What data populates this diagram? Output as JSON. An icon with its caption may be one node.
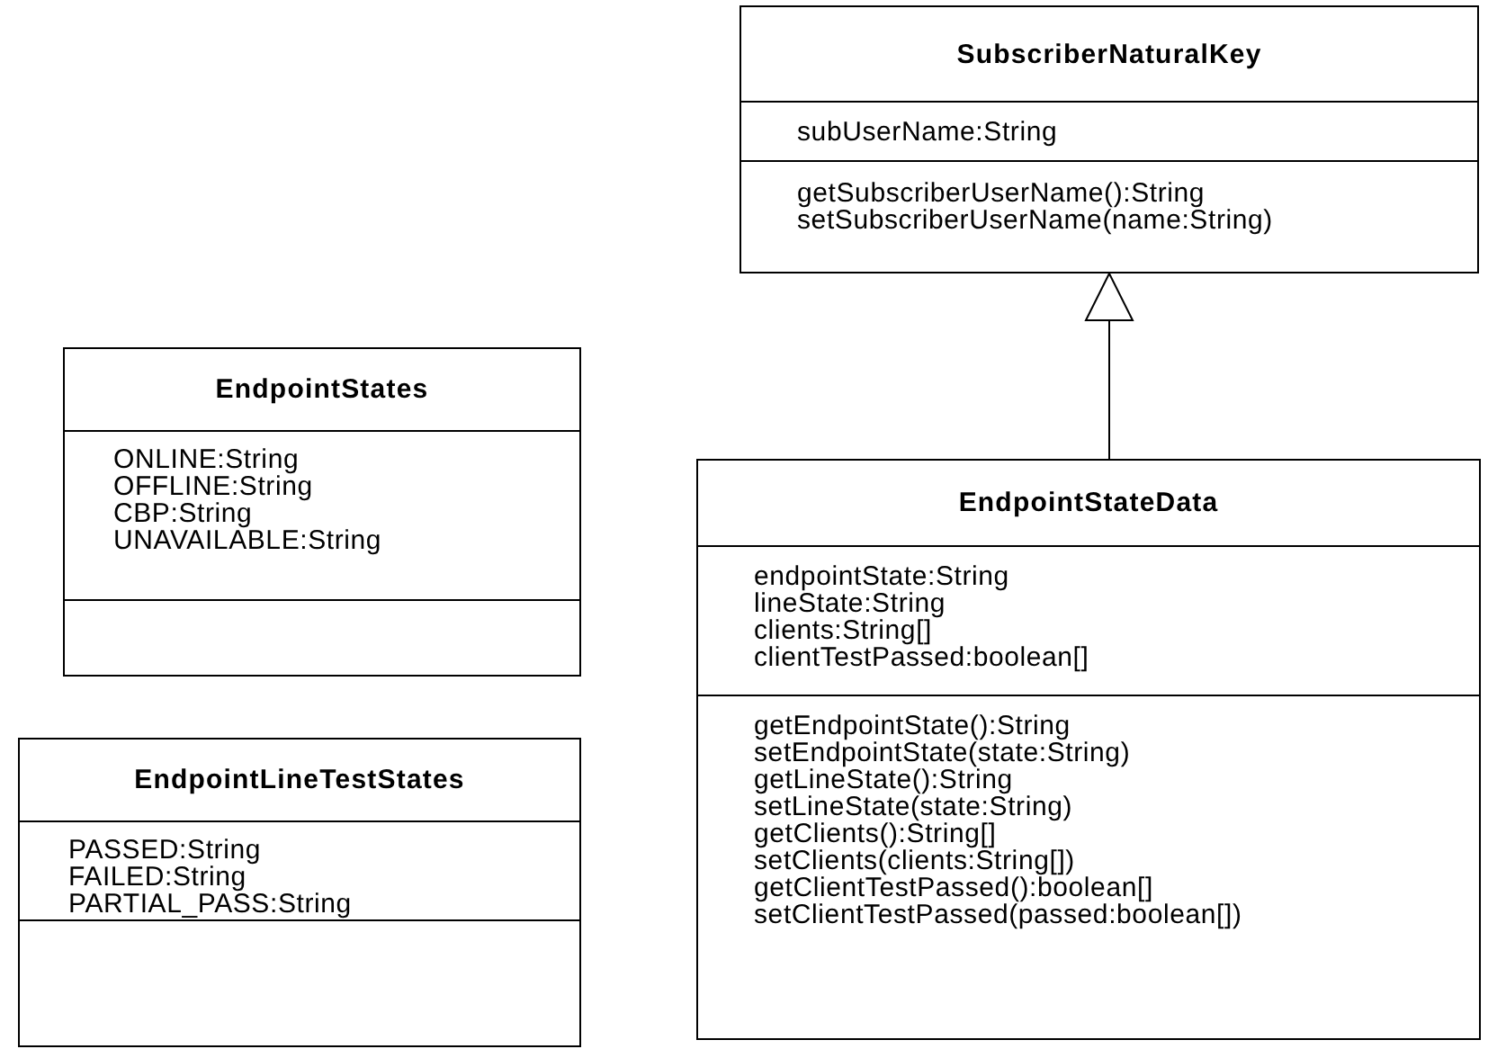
{
  "diagram": {
    "nodes": [
      {
        "text": [
          "SubscriberNaturalKey"
        ]
      },
      {
        "text": [
          "subUserName:String"
        ],
        "in": 0
      },
      {
        "text": [
          "getSubscriberUserName():String",
          "setSubscriberUserName(name:String)"
        ],
        "in": 0
      },
      {
        "text": [
          "EndpointStates"
        ]
      },
      {
        "text": [
          "ONLINE:String",
          "OFFLINE:String",
          "CBP:String",
          "UNAVAILABLE:String"
        ],
        "in": 3
      },
      {
        "text": [],
        "shape": "box",
        "in": 3
      },
      {
        "text": [
          "EndpointStateData"
        ]
      },
      {
        "text": [
          "endpointState:String",
          "lineState:String",
          "clients:String[]",
          "clientTestPassed:boolean[]"
        ],
        "in": 6
      },
      {
        "text": [
          "getEndpointState():String",
          "setEndpointState(state:String)",
          "getLineState():String",
          "setLineState(state:String)",
          "getClients():String[]",
          "setClients(clients:String[])",
          "getClientTestPassed():boolean[]",
          "setClientTestPassed(passed:boolean[])"
        ],
        "in": 6
      },
      {
        "text": [
          "EndpointLineTestStates"
        ]
      },
      {
        "text": [
          "PASSED:String",
          "FAILED:String",
          "PARTIAL_PASS:String"
        ],
        "in": 9
      },
      {
        "text": [],
        "shape": "box",
        "in": 9
      }
    ],
    "edges": [
      {
        "from": 6,
        "to": 0,
        "arrow": "to"
      }
    ]
  }
}
